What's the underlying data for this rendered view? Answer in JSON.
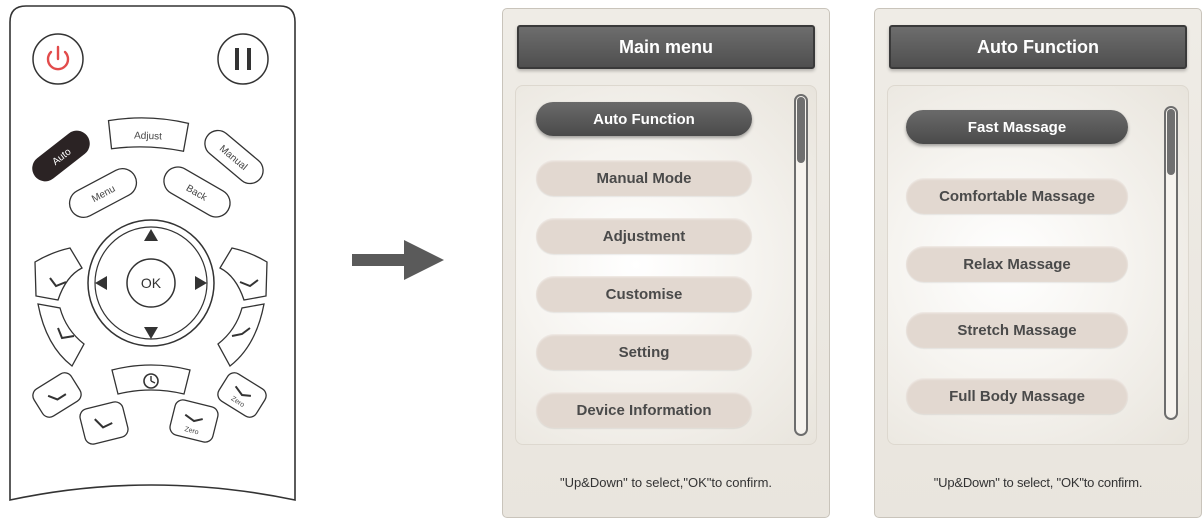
{
  "remote": {
    "buttons": {
      "auto": "Auto",
      "adjust": "Adjust",
      "manual": "Manual",
      "menu": "Menu",
      "back": "Back",
      "ok": "OK",
      "zero": "Zero"
    },
    "colors": {
      "power_icon": "#e24b4b",
      "outline": "#333333",
      "auto_fill": "#2b2324"
    }
  },
  "main_menu": {
    "title": "Main menu",
    "items": [
      {
        "label": "Auto Function",
        "selected": true
      },
      {
        "label": "Manual Mode",
        "selected": false
      },
      {
        "label": "Adjustment",
        "selected": false
      },
      {
        "label": "Customise",
        "selected": false
      },
      {
        "label": "Setting",
        "selected": false
      },
      {
        "label": "Device Information",
        "selected": false
      }
    ],
    "footer": "\"Up&Down\" to select,\"OK\"to confirm."
  },
  "auto_function": {
    "title": "Auto Function",
    "items": [
      {
        "label": "Fast Massage",
        "selected": true
      },
      {
        "label": "Comfortable Massage",
        "selected": false
      },
      {
        "label": "Relax Massage",
        "selected": false
      },
      {
        "label": "Stretch Massage",
        "selected": false
      },
      {
        "label": "Full Body Massage",
        "selected": false
      }
    ],
    "footer": "\"Up&Down\" to select, \"OK\"to confirm."
  }
}
